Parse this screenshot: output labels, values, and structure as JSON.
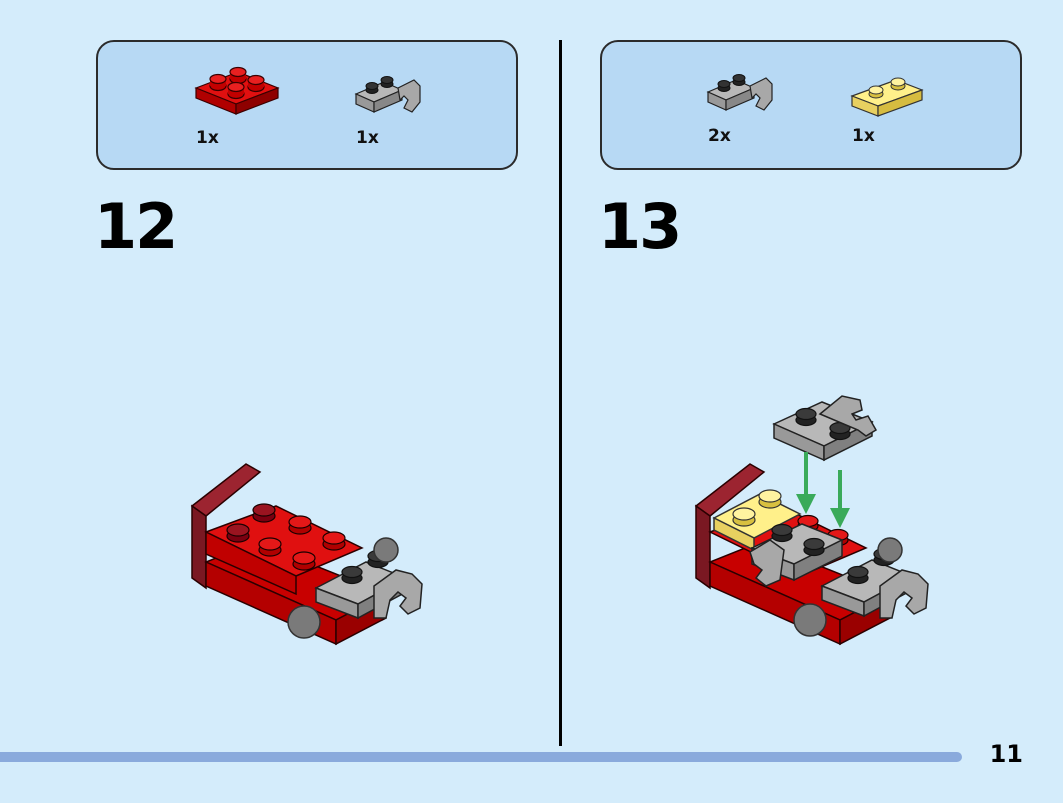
{
  "page": {
    "number": "11"
  },
  "steps": [
    {
      "number": "12",
      "parts": [
        {
          "qty": "1x",
          "part": "red-2x2-plate-icon"
        },
        {
          "qty": "1x",
          "part": "gray-plate-with-clip-icon"
        }
      ]
    },
    {
      "number": "13",
      "parts": [
        {
          "qty": "2x",
          "part": "gray-plate-with-clip-icon"
        },
        {
          "qty": "1x",
          "part": "yellow-1x2-plate-icon"
        }
      ]
    }
  ],
  "colors": {
    "background": "#d4ecfb",
    "parts_box": "#b7d9f4",
    "brick_red": "#d80000",
    "brick_dark_red": "#8a1a22",
    "brick_gray": "#a8a8a8",
    "brick_yellow": "#ffee88",
    "arrow_green": "#3aaa5a",
    "progress": "#8aaadc"
  }
}
